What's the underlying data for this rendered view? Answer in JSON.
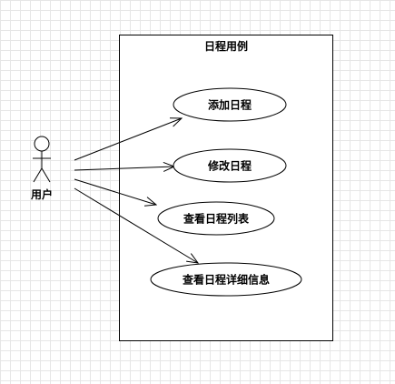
{
  "diagram": {
    "system_title": "日程用例",
    "actor": {
      "label": "用户"
    },
    "use_cases": [
      {
        "id": "add",
        "label": "添加日程"
      },
      {
        "id": "edit",
        "label": "修改日程"
      },
      {
        "id": "list",
        "label": "查看日程列表"
      },
      {
        "id": "detail",
        "label": "查看日程详细信息"
      }
    ],
    "associations": [
      {
        "from": "actor",
        "to": "add"
      },
      {
        "from": "actor",
        "to": "edit"
      },
      {
        "from": "actor",
        "to": "list"
      },
      {
        "from": "actor",
        "to": "detail"
      }
    ]
  }
}
